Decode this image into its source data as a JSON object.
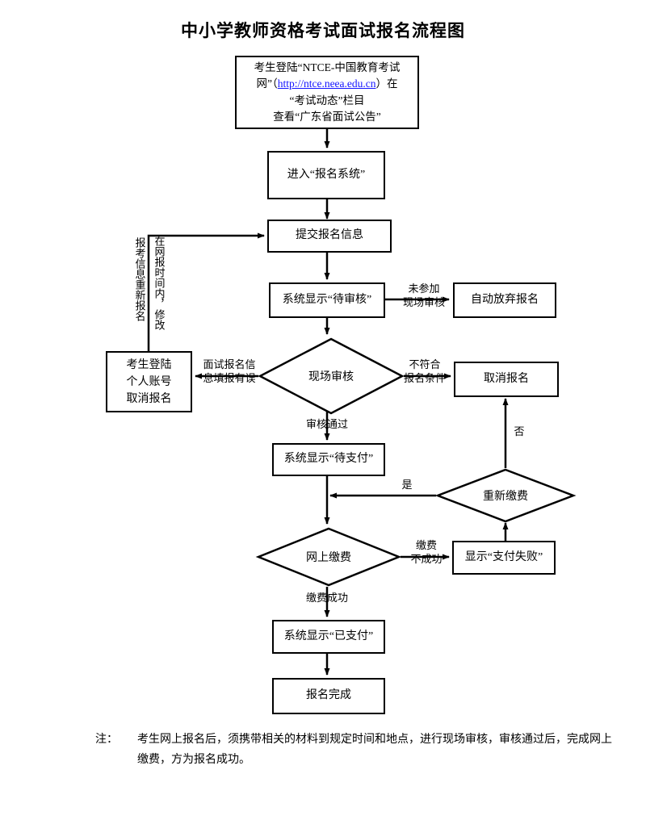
{
  "title": "中小学教师资格考试面试报名流程图",
  "nodes": {
    "start": {
      "line1": "考生登陆“NTCE-中国教育考试",
      "line2_pre": "网”（",
      "link": "http://ntce.neea.edu.cn",
      "line2_post": "）在",
      "line3": "“考试动态”栏目",
      "line4": "查看“广东省面试公告”"
    },
    "enter_system": "进入“报名系统”",
    "submit_info": "提交报名信息",
    "status_pending_review": "系统显示“待审核”",
    "auto_abandon": "自动放弃报名",
    "cancel_relogin": "考生登陆\n个人账号\n取消报名",
    "cancel_relogin_lines": [
      "考生登陆",
      "个人账号",
      "取消报名"
    ],
    "onsite_review": "现场审核",
    "cancel_registration": "取消报名",
    "status_pending_payment": "系统显示“待支付”",
    "repay": "重新缴费",
    "online_payment": "网上缴费",
    "payment_failed": "显示“支付失败”",
    "status_paid": "系统显示“已支付”",
    "registration_complete": "报名完成"
  },
  "edge_labels": {
    "not_attend_onsite": [
      "未参加",
      "现场审核"
    ],
    "info_error": [
      "面试报名信",
      "息填报有误"
    ],
    "not_meet_conditions": [
      "不符合",
      "报名条件"
    ],
    "review_passed": "审核通过",
    "yes": "是",
    "no": "否",
    "payment_failed_label": [
      "缴费",
      "不成功"
    ],
    "payment_success_label": "缴费成功"
  },
  "vertical_labels": {
    "modify_in_time": "在网报时间内，修改",
    "reregister": "报考信息重新报名"
  },
  "note": {
    "label": "注：",
    "body": "考生网上报名后，须携带相关的材料到规定时间和地点，进行现场审核，审核通过后，完成网上缴费，方为报名成功。"
  },
  "colors": {
    "stroke": "#000000",
    "background": "#ffffff",
    "link": "#1414ff"
  }
}
